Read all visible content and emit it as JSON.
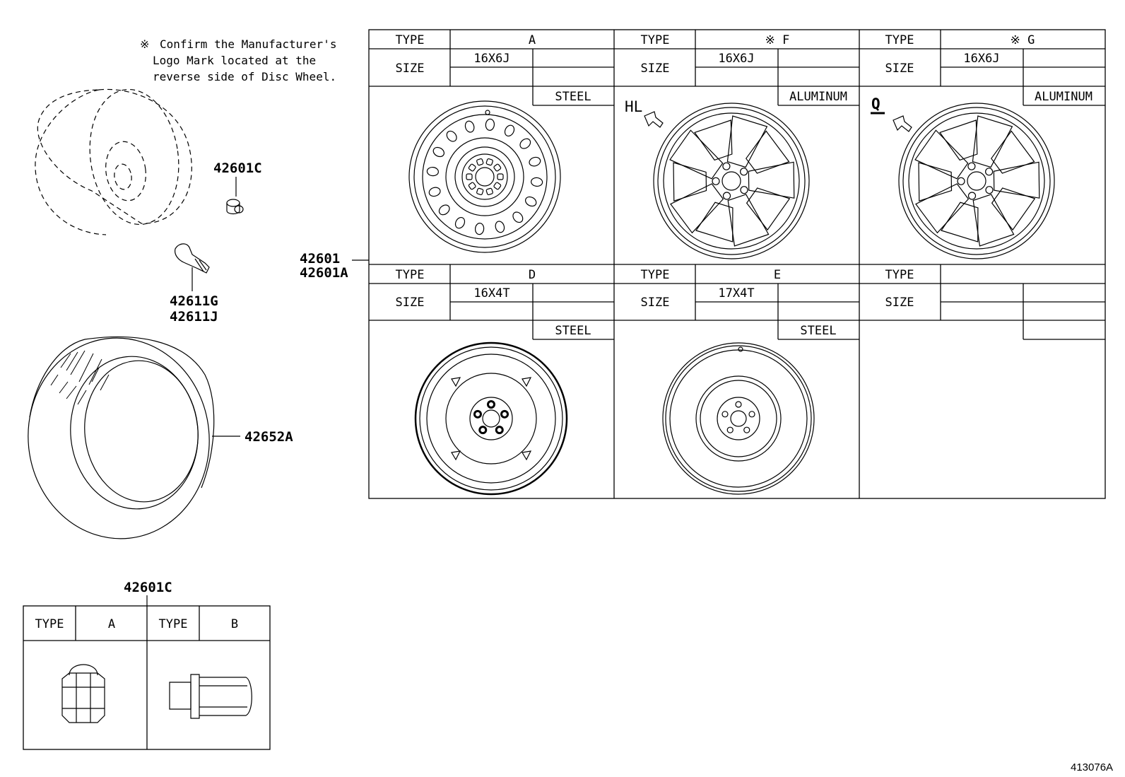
{
  "note": {
    "mark": "※",
    "line1": "Confirm the Manufacturer's",
    "line2": "Logo Mark located at the",
    "line3": "reverse side of Disc Wheel."
  },
  "parts": {
    "hub_nut_top": "42601C",
    "valve_a": "42611G",
    "valve_b": "42611J",
    "wheel_a": "42601",
    "wheel_b": "42601A",
    "tire": "42652A",
    "nut_table_label": "42601C"
  },
  "wheel_table": {
    "type_label": "TYPE",
    "size_label": "SIZE",
    "cells": [
      {
        "type": "A",
        "size": "16X6J",
        "material": "STEEL",
        "marker": ""
      },
      {
        "type": "※ F",
        "size": "16X6J",
        "material": "ALUMINUM",
        "marker": "HL"
      },
      {
        "type": "※ G",
        "size": "16X6J",
        "material": "ALUMINUM",
        "marker": "Q"
      },
      {
        "type": "D",
        "size": "16X4T",
        "material": "STEEL",
        "marker": ""
      },
      {
        "type": "E",
        "size": "17X4T",
        "material": "STEEL",
        "marker": ""
      },
      {
        "type": "",
        "size": "",
        "material": "",
        "marker": ""
      }
    ]
  },
  "nut_table": {
    "type_label": "TYPE",
    "types": [
      "A",
      "B"
    ]
  },
  "figure_id": "413076A"
}
